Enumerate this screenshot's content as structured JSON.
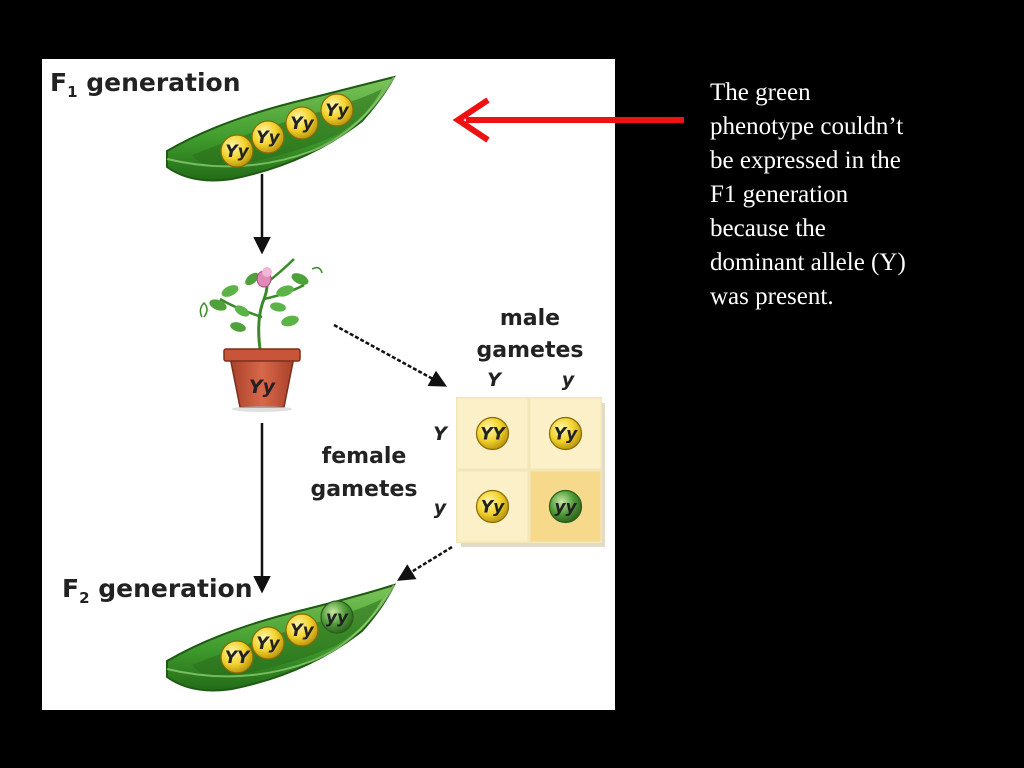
{
  "labels": {
    "f1_prefix": "F",
    "f1_sub": "1",
    "f1_suffix": " generation",
    "f2_prefix": "F",
    "f2_sub": "2",
    "f2_suffix": " generation",
    "male_line1": "male",
    "male_line2": "gametes",
    "female_line1": "female",
    "female_line2": "gametes",
    "male_allele_1": "Y",
    "male_allele_2": "y",
    "female_allele_1": "Y",
    "female_allele_2": "y",
    "pot_genotype": "Yy"
  },
  "f1_peas": [
    "Yy",
    "Yy",
    "Yy",
    "Yy"
  ],
  "f2_peas": [
    "YY",
    "Yy",
    "Yy",
    "yy"
  ],
  "punnett": [
    [
      "YY",
      "Yy"
    ],
    [
      "Yy",
      "yy"
    ]
  ],
  "caption": "The green\nphenotype couldn’t\nbe expressed in the\nF1 generation\nbecause the\ndominant allele (Y)\nwas present.",
  "colors": {
    "background": "#000000",
    "panel": "#ffffff",
    "pod_green": "#3f9b2c",
    "pea_yellow": "#f2d22a",
    "pea_green": "#4f9a38",
    "punnett_cell": "#fbf0c8",
    "punnett_highlight": "#f6d98a",
    "pot": "#c8553a",
    "arrow_red": "#ee1111",
    "caption_text": "#ffffff"
  }
}
